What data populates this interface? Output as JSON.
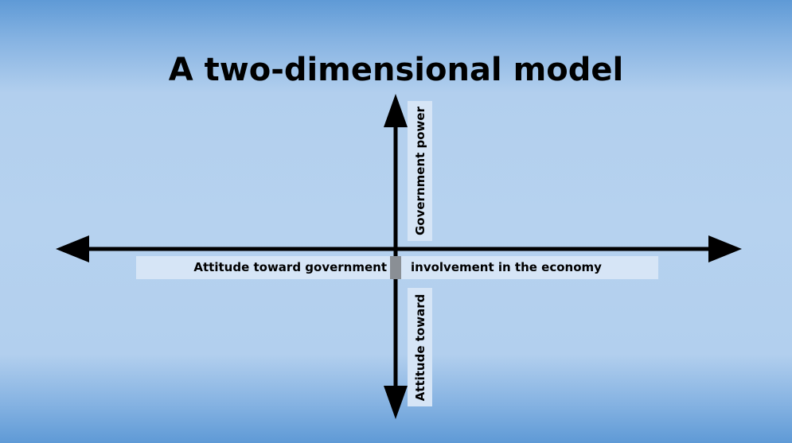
{
  "slide": {
    "title": "A two-dimensional model"
  },
  "diagram": {
    "horizontal_axis": {
      "label_left": "Attitude toward government",
      "label_right": "involvement in the economy"
    },
    "vertical_axis": {
      "label_top": "Government power",
      "label_bottom": "Attitude toward"
    }
  },
  "colors": {
    "background_center": "#b6d2ef",
    "background_edge": "#5f9ad6",
    "label_box": "#d6e5f6",
    "axis": "#000000"
  }
}
